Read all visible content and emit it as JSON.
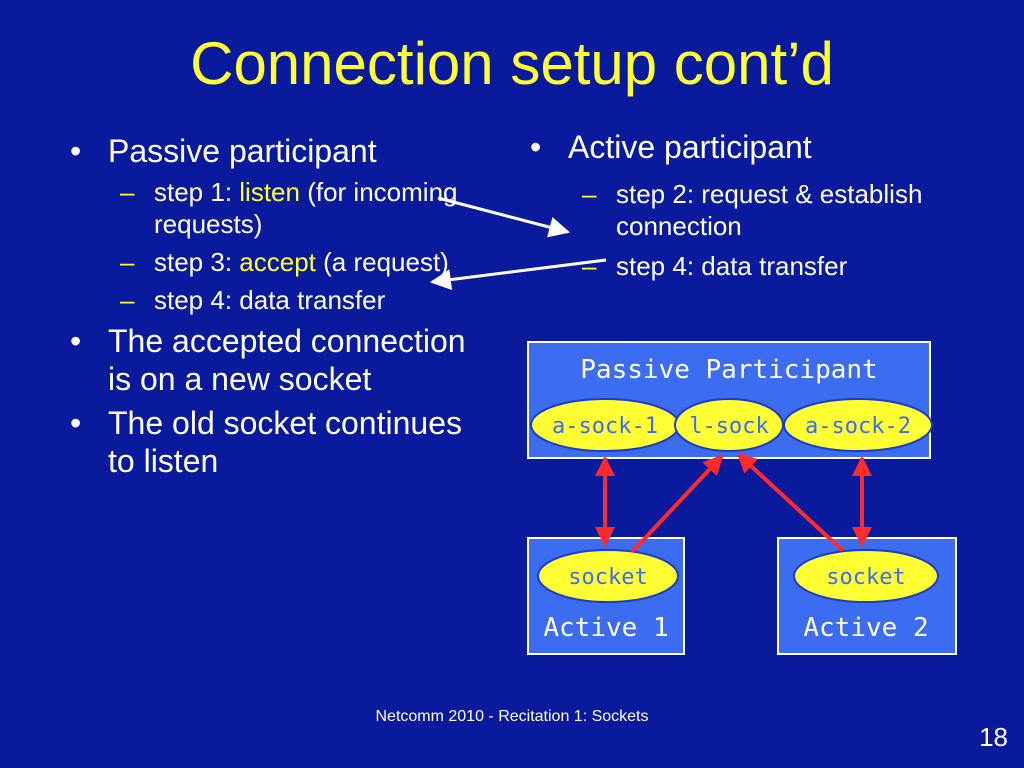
{
  "slide": {
    "title": "Connection setup cont’d",
    "left": {
      "bullet1": "Passive participant",
      "sub1": {
        "pre": "step 1: ",
        "kw": "listen",
        "post": " (for incoming requests)"
      },
      "sub2": {
        "pre": "step 3: ",
        "kw": "accept",
        "post": " (a request)"
      },
      "sub3": "step 4: data transfer",
      "bullet2": "The accepted connection is on a new socket",
      "bullet3": "The old socket continues to listen"
    },
    "right": {
      "bullet1": "Active participant",
      "sub1": "step 2: request & establish connection",
      "sub2": "step 4: data transfer"
    },
    "diagram": {
      "passive_label": "Passive Participant",
      "sock_a1": "a-sock-1",
      "sock_l": "l-sock",
      "sock_a2": "a-sock-2",
      "active1_socket": "socket",
      "active1_label": "Active 1",
      "active2_socket": "socket",
      "active2_label": "Active 2"
    },
    "footer": "Netcomm 2010  - Recitation 1: Sockets",
    "page_number": "18",
    "colors": {
      "background": "#0a1a9c",
      "accent": "#ffff33",
      "box": "#3c6cf0",
      "arrow_red": "#ff2a2a"
    }
  }
}
